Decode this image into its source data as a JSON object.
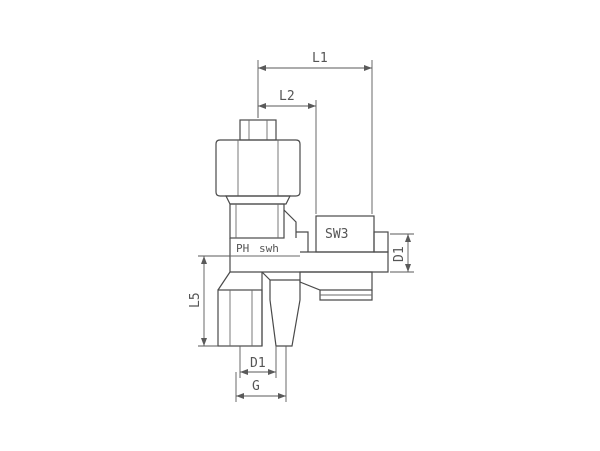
{
  "drawing": {
    "dimensions": {
      "l1": "L1",
      "l2": "L2",
      "l5": "L5",
      "d1_right": "D1",
      "d1_bottom": "D1",
      "g": "G"
    },
    "labels": {
      "sw3": "SW3",
      "ph": "PH",
      "swh": "swh"
    }
  }
}
